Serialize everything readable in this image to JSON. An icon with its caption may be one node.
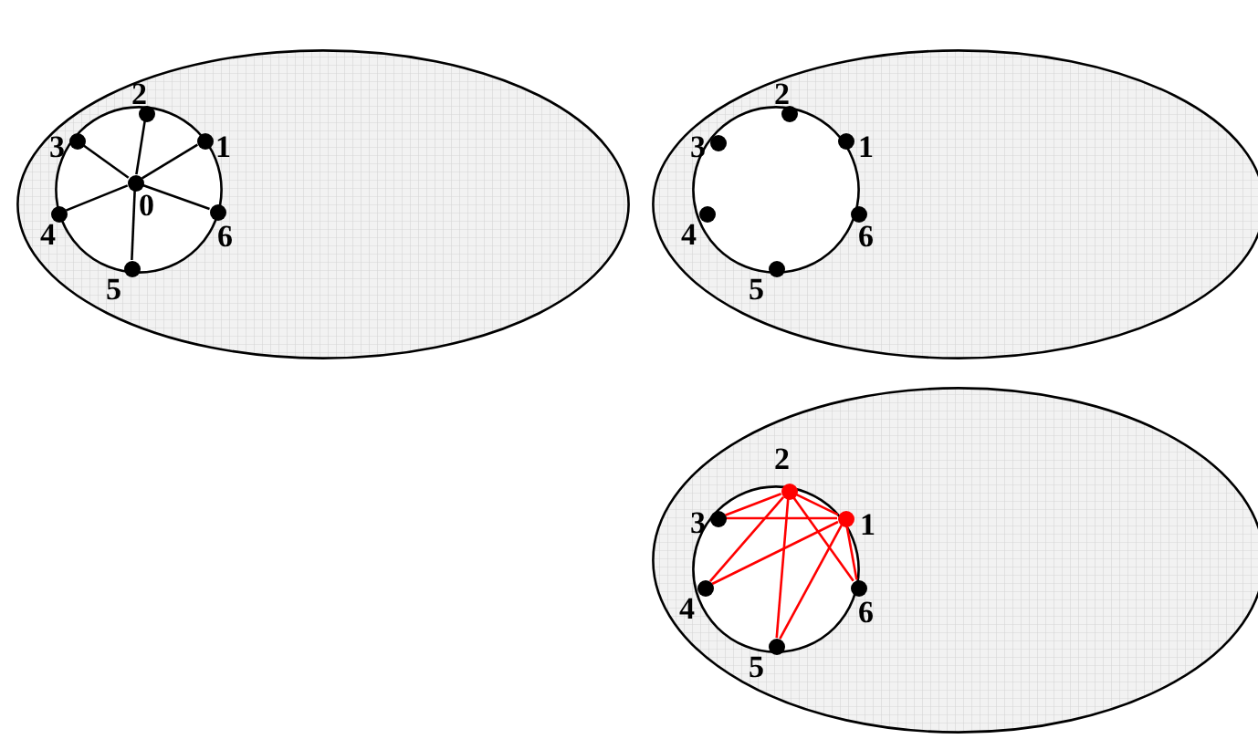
{
  "diagram": {
    "nodes": [
      {
        "text": [],
        "shape": "ellipse"
      },
      {
        "text": [],
        "shape": "circle",
        "in": 0
      },
      {
        "text": [],
        "shape": "circle",
        "in": 1,
        "beside": [
          "0"
        ]
      },
      {
        "text": [],
        "shape": "circle",
        "in": 1,
        "beside": [
          "1"
        ]
      },
      {
        "text": [],
        "shape": "circle",
        "in": 1,
        "beside": [
          "2"
        ]
      },
      {
        "text": [],
        "shape": "circle",
        "in": 1,
        "beside": [
          "3"
        ]
      },
      {
        "text": [],
        "shape": "circle",
        "in": 1,
        "beside": [
          "4"
        ]
      },
      {
        "text": [],
        "shape": "circle",
        "in": 1,
        "beside": [
          "5"
        ]
      },
      {
        "text": [],
        "shape": "circle",
        "in": 1,
        "beside": [
          "6"
        ]
      },
      {
        "text": [],
        "shape": "ellipse"
      },
      {
        "text": [],
        "shape": "circle",
        "in": 9
      },
      {
        "text": [],
        "shape": "circle",
        "in": 10,
        "beside": [
          "1"
        ]
      },
      {
        "text": [],
        "shape": "circle",
        "in": 10,
        "beside": [
          "2"
        ]
      },
      {
        "text": [],
        "shape": "circle",
        "in": 10,
        "beside": [
          "3"
        ]
      },
      {
        "text": [],
        "shape": "circle",
        "in": 10,
        "beside": [
          "4"
        ]
      },
      {
        "text": [],
        "shape": "circle",
        "in": 10,
        "beside": [
          "5"
        ]
      },
      {
        "text": [],
        "shape": "circle",
        "in": 10,
        "beside": [
          "6"
        ]
      },
      {
        "text": [],
        "shape": "ellipse"
      },
      {
        "text": [],
        "shape": "circle",
        "in": 17
      },
      {
        "text": [],
        "shape": "circle",
        "in": 18,
        "beside": [
          "1"
        ]
      },
      {
        "text": [],
        "shape": "circle",
        "in": 18,
        "beside": [
          "2"
        ]
      },
      {
        "text": [],
        "shape": "circle",
        "in": 18,
        "beside": [
          "3"
        ]
      },
      {
        "text": [],
        "shape": "circle",
        "in": 18,
        "beside": [
          "4"
        ]
      },
      {
        "text": [],
        "shape": "circle",
        "in": 18,
        "beside": [
          "5"
        ]
      },
      {
        "text": [],
        "shape": "circle",
        "in": 18,
        "beside": [
          "6"
        ]
      }
    ],
    "edges": [
      {
        "from": 2,
        "to": 3,
        "arrow": "none",
        "color": "#000000"
      },
      {
        "from": 2,
        "to": 4,
        "arrow": "none",
        "color": "#000000"
      },
      {
        "from": 2,
        "to": 5,
        "arrow": "none",
        "color": "#000000"
      },
      {
        "from": 2,
        "to": 6,
        "arrow": "none",
        "color": "#000000"
      },
      {
        "from": 2,
        "to": 7,
        "arrow": "none",
        "color": "#000000"
      },
      {
        "from": 2,
        "to": 8,
        "arrow": "none",
        "color": "#000000"
      },
      {
        "from": 20,
        "to": 21,
        "arrow": "none",
        "color": "#ff0000"
      },
      {
        "from": 20,
        "to": 19,
        "arrow": "none",
        "color": "#ff0000"
      },
      {
        "from": 20,
        "to": 22,
        "arrow": "none",
        "color": "#ff0000"
      },
      {
        "from": 20,
        "to": 23,
        "arrow": "none",
        "color": "#ff0000"
      },
      {
        "from": 20,
        "to": 24,
        "arrow": "none",
        "color": "#ff0000"
      },
      {
        "from": 19,
        "to": 21,
        "arrow": "none",
        "color": "#ff0000"
      },
      {
        "from": 19,
        "to": 22,
        "arrow": "none",
        "color": "#ff0000"
      },
      {
        "from": 19,
        "to": 23,
        "arrow": "none",
        "color": "#ff0000"
      },
      {
        "from": 19,
        "to": 24,
        "arrow": "none",
        "color": "#ff0000"
      }
    ]
  }
}
